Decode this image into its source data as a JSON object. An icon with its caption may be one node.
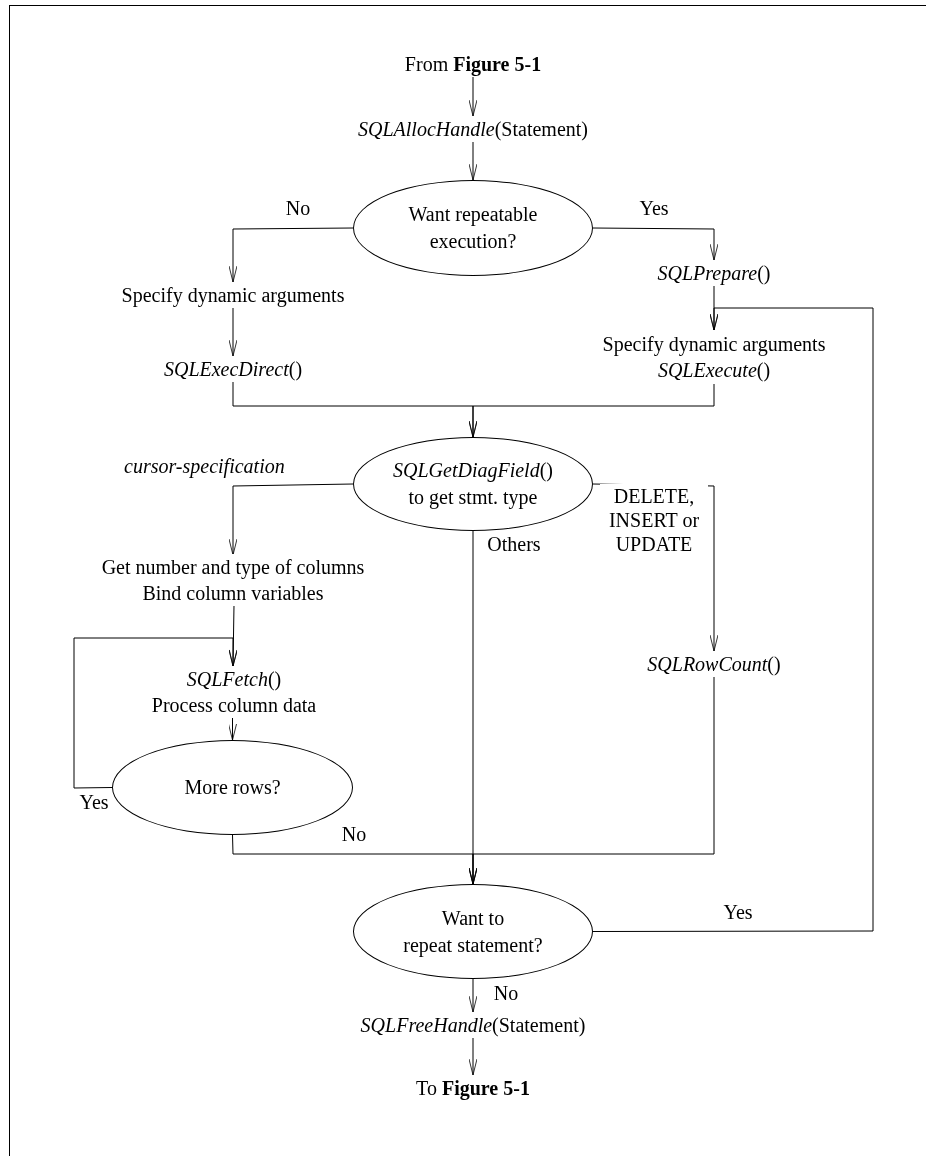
{
  "diagram": {
    "nodes": [
      {
        "text": [
          "From **Figure 5-1**"
        ]
      },
      {
        "text": [
          "*SQLAllocHandle*(Statement)"
        ]
      },
      {
        "text": [
          "Want repeatable execution?"
        ]
      },
      {
        "text": [
          "Specify dynamic arguments"
        ]
      },
      {
        "text": [
          "*SQLExecDirect*()"
        ]
      },
      {
        "text": [
          "*SQLPrepare*()"
        ]
      },
      {
        "text": [
          "Specify dynamic arguments",
          "*SQLExecute*()"
        ]
      },
      {
        "text": [
          "*SQLGetDiagField*() to get stmt. type"
        ]
      },
      {
        "text": [
          "Get number and type of columns",
          "Bind column variables"
        ]
      },
      {
        "text": [
          "*SQLFetch*()",
          "Process column data"
        ]
      },
      {
        "text": [
          "More rows?"
        ]
      },
      {
        "text": [
          "*SQLRowCount*()"
        ]
      },
      {
        "text": [
          "Want to repeat statement?"
        ]
      },
      {
        "text": [
          "*SQLFreeHandle*(Statement)"
        ]
      },
      {
        "text": [
          "To **Figure 5-1**"
        ]
      }
    ],
    "edges": [
      {
        "from": 0,
        "to": 1,
        "arrow": "to"
      },
      {
        "from": 1,
        "to": 2,
        "arrow": "to"
      },
      {
        "from": 2,
        "to": 3,
        "arrow": "to",
        "label": "No"
      },
      {
        "from": 2,
        "to": 5,
        "arrow": "to",
        "label": "Yes"
      },
      {
        "from": 3,
        "to": 4,
        "arrow": "to"
      },
      {
        "from": 5,
        "to": 6,
        "arrow": "to"
      },
      {
        "from": 4,
        "to": 7,
        "arrow": "to"
      },
      {
        "from": 6,
        "to": 7,
        "arrow": "to"
      },
      {
        "from": 7,
        "to": 8,
        "arrow": "to",
        "label": "cursor-specification"
      },
      {
        "from": 7,
        "to": 12,
        "arrow": "to",
        "label": "Others"
      },
      {
        "from": 7,
        "to": 11,
        "arrow": "to",
        "label": "DELETE, INSERT or UPDATE"
      },
      {
        "from": 8,
        "to": 9,
        "arrow": "to"
      },
      {
        "from": 9,
        "to": 10,
        "arrow": "to"
      },
      {
        "from": 10,
        "to": 9,
        "arrow": "to",
        "label": "Yes"
      },
      {
        "from": 10,
        "to": 12,
        "arrow": "to",
        "label": "No"
      },
      {
        "from": 11,
        "to": 12,
        "arrow": "to"
      },
      {
        "from": 12,
        "to": 6,
        "arrow": "to",
        "label": "Yes"
      },
      {
        "from": 12,
        "to": 13,
        "arrow": "to",
        "label": "No"
      },
      {
        "from": 13,
        "to": 14,
        "arrow": "to"
      }
    ]
  }
}
